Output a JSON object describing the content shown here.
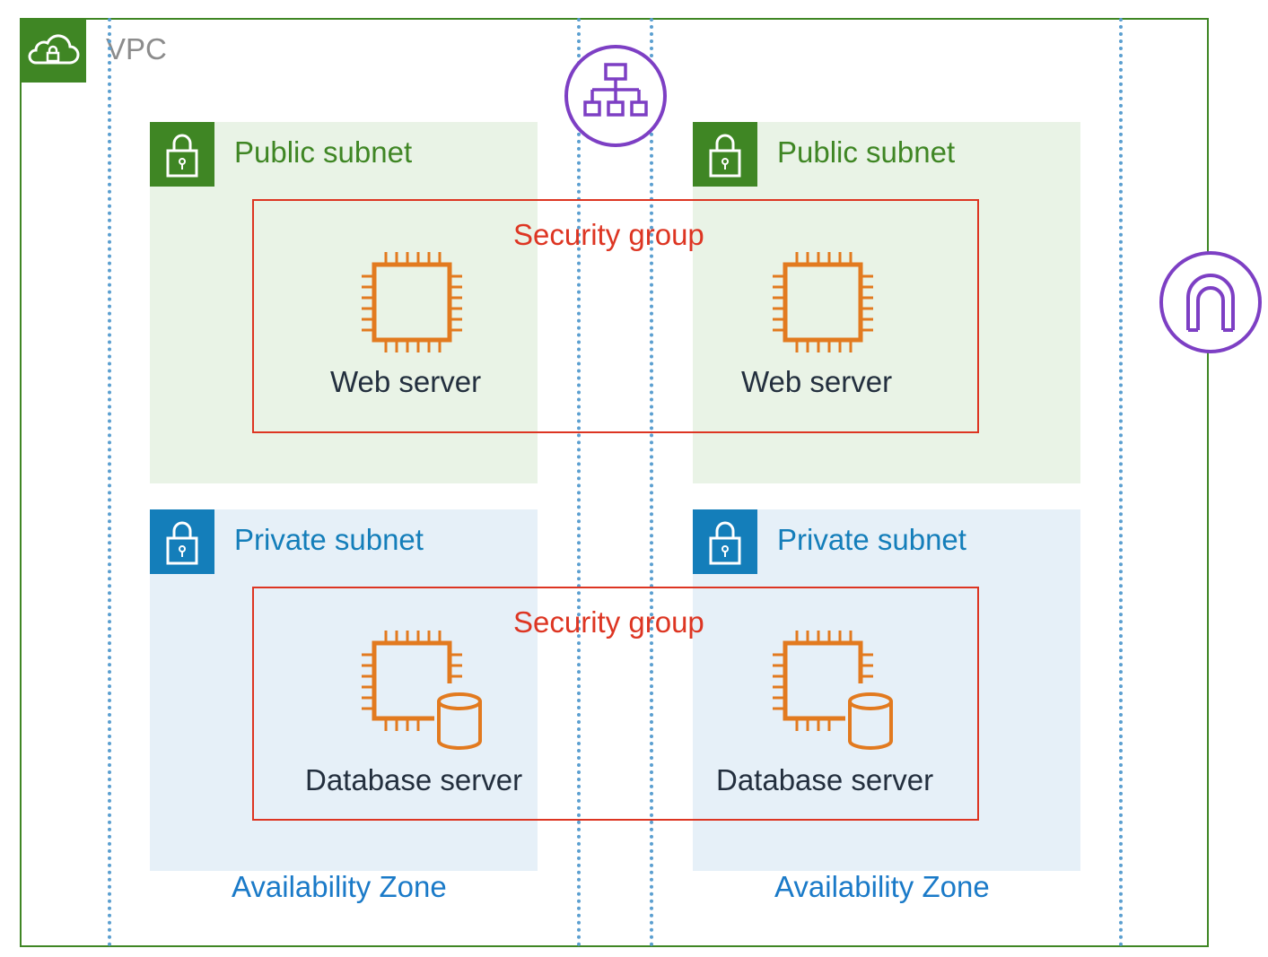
{
  "vpc": {
    "label": "VPC",
    "icon": "vpc-cloud-lock-icon",
    "color": "#3f8624"
  },
  "availability_zones": [
    {
      "label": "Availability Zone",
      "color": "#5b9fd0"
    },
    {
      "label": "Availability Zone",
      "color": "#5b9fd0"
    }
  ],
  "public_subnets": [
    {
      "label": "Public subnet",
      "icon": "subnet-lock-icon",
      "color": "#3f8624"
    },
    {
      "label": "Public subnet",
      "icon": "subnet-lock-icon",
      "color": "#3f8624"
    }
  ],
  "private_subnets": [
    {
      "label": "Private subnet",
      "icon": "subnet-lock-icon",
      "color": "#147eba"
    },
    {
      "label": "Private subnet",
      "icon": "subnet-lock-icon",
      "color": "#147eba"
    }
  ],
  "security_groups": [
    {
      "label": "Security group",
      "color": "#dd3522"
    },
    {
      "label": "Security group",
      "color": "#dd3522"
    }
  ],
  "web_servers": [
    {
      "label": "Web server",
      "icon": "ec2-instance-icon"
    },
    {
      "label": "Web server",
      "icon": "ec2-instance-icon"
    }
  ],
  "database_servers": [
    {
      "label": "Database server",
      "icon": "ec2-db-instance-icon"
    },
    {
      "label": "Database server",
      "icon": "ec2-db-instance-icon"
    }
  ],
  "load_balancer": {
    "icon": "load-balancer-icon",
    "color": "#7d3fc4"
  },
  "internet_gateway": {
    "icon": "internet-gateway-icon",
    "color": "#7d3fc4"
  },
  "instance_color": "#e27a1f"
}
